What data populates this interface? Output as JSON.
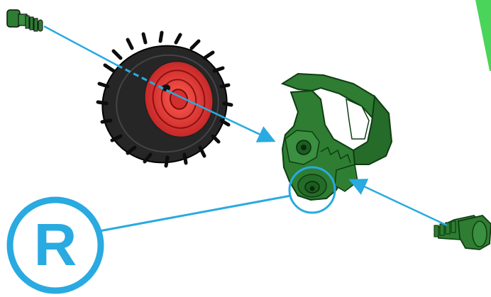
{
  "diagram": {
    "callout": {
      "letter": "R"
    },
    "parts": [
      "pin-part",
      "wheel-part",
      "steering-knuckle-part",
      "axle-peg-part"
    ],
    "colors": {
      "arrow": "#29aae1",
      "part_green": "#2e7d32",
      "part_green_dark": "#1b5e20",
      "part_green_light": "#4caf50",
      "tire": "#262626",
      "tire_tread": "#111111",
      "rim": "#e53935",
      "rim_dark": "#b71c1c",
      "corner_accent": "#4bd45a"
    }
  }
}
